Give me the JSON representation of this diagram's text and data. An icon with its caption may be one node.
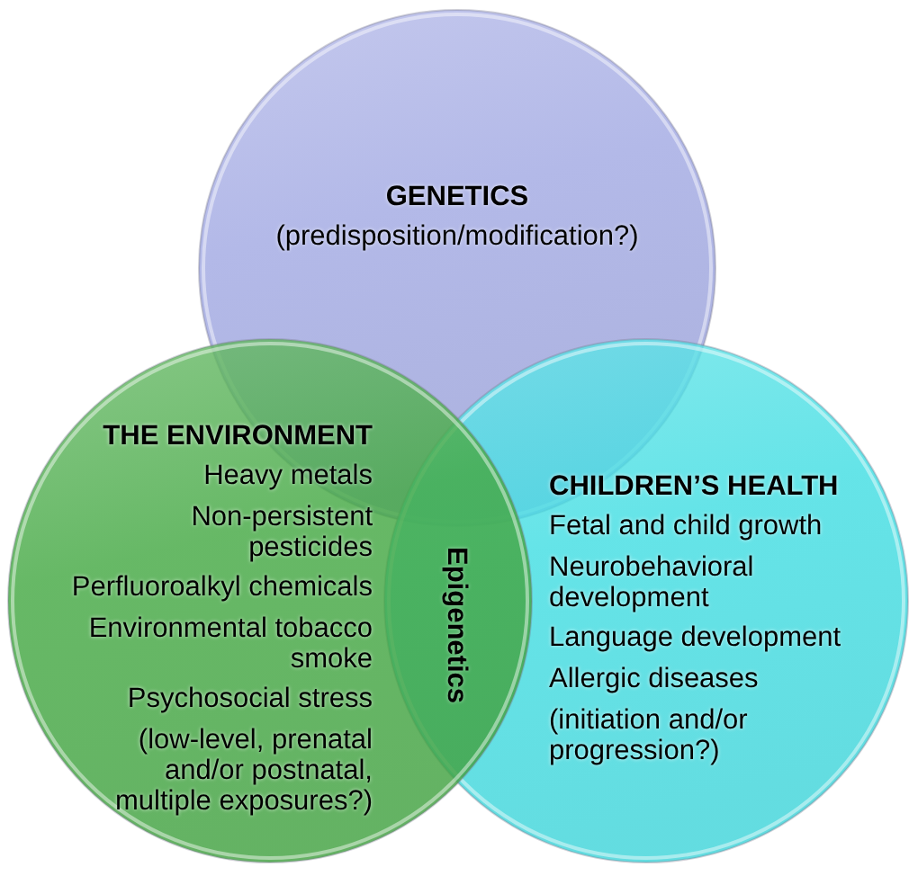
{
  "diagram": {
    "nodes": [
      {
        "text": [
          "GENETICS",
          "(predisposition/modification?)"
        ]
      },
      {
        "text": [
          "THE ENVIRONMENT",
          "Heavy metals",
          "Non-persistent pesticides",
          "Perfluoroalkyl chemicals",
          "Environmental tobacco smoke",
          "Psychosocial stress",
          "(low-level, prenatal and/or postnatal, multiple exposures?)"
        ]
      },
      {
        "text": [
          "CHILDREN’S HEALTH",
          "Fetal and child growth",
          "Neurobehavioral development",
          "Language development",
          "Allergic diseases",
          "(initiation and/or progression?)"
        ]
      }
    ],
    "labels": [
      "Epigenetics"
    ]
  }
}
